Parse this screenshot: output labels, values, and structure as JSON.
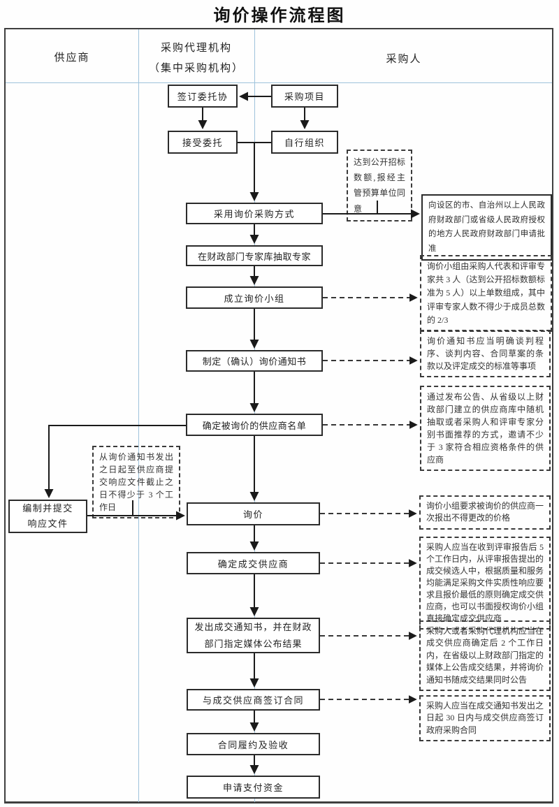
{
  "title": "询价操作流程图",
  "header": {
    "supplier": "供应商",
    "agency_line1": "采购代理机构",
    "agency_line2": "（集中采购机构）",
    "purchaser": "采购人"
  },
  "nodes": {
    "sign_agreement": "签订委托协",
    "procurement_project": "采购项目",
    "accept_entrustment": "接受委托",
    "self_organize": "自行组织",
    "adopt_inquiry_method": "采用询价采购方式",
    "extract_experts": "在财政部门专家库抽取专家",
    "form_inquiry_team": "成立询价小组",
    "formulate_notice": "制定（确认）询价通知书",
    "determine_supplier_list": "确定被询价的供应商名单",
    "prepare_response_line1": "编制并提交",
    "prepare_response_line2": "响应文件",
    "inquiry": "询价",
    "determine_winner": "确定成交供应商",
    "issue_award_notice": "发出成交通知书，并在财政部门指定媒体公布结果",
    "sign_contract": "与成交供应商签订合同",
    "contract_performance": "合同履约及验收",
    "apply_payment": "申请支付资金",
    "apply_approval": "向设区的市、自治州以上人民政府财政部门或省级人民政府授权的地方人民政府财政部门申请批准"
  },
  "annotations": {
    "public_bidding_threshold": "达到公开招标数额,报经主管预算单位同意",
    "team_composition": "询价小组由采购人代表和评审专家共 3 人（达到公开招标数额标准为 5 人）以上单数组成，其中评审专家人数不得少于成员总数的 2/3",
    "notice_requirements": "询价通知书应当明确谈判程序、谈判内容、合同草案的条款以及评定成交的标准等事项",
    "supplier_selection": "通过发布公告、从省级以上财政部门建立的供应商库中随机抽取或者采购人和评审专家分别书面推荐的方式，邀请不少于 3 家符合相应资格条件的供应商",
    "response_deadline": "从询价通知书发出之日起至供应商提交响应文件截止之日不得少于 3 个工作日",
    "one_time_quote": "询价小组要求被询价的供应商一次报出不得更改的价格",
    "winner_determination": "采购人应当在收到评审报告后 5 个工作日内，从评审报告提出的成交候选人中，根据质量和服务均能满足采购文件实质性响应要求且报价最低的原则确定成交供应商，也可以书面授权询价小组直接确定成交供应商",
    "result_announcement": "采购人或者采购代理机构应当在成交供应商确定后 2 个工作日内，在省级以上财政部门指定的媒体上公告成交结果，并将询价通知书随成交结果同时公告",
    "contract_deadline": "采购人应当在成交通知书发出之日起 30 日内与成交供应商签订政府采购合同"
  },
  "colors": {
    "lane_divider": "#9fc3dc",
    "frame_border": "#3f3f3f",
    "node_border": "#2b2b2b",
    "text": "#262626"
  }
}
